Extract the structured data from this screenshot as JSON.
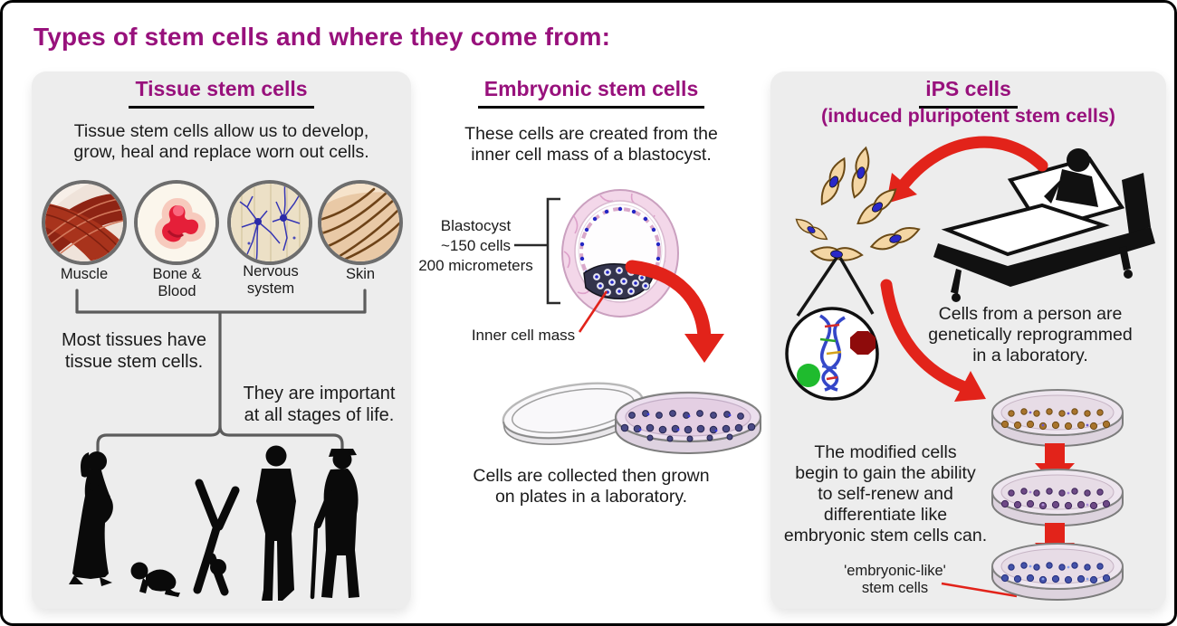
{
  "title": "Types of stem cells and where they come from:",
  "colors": {
    "heading_magenta": "#98117c",
    "body_text": "#1b1b1b",
    "panel_background": "#ededed",
    "arrow_red": "#e2231a",
    "connector_gray": "#5c5c5c"
  },
  "tissue_panel": {
    "heading": "Tissue stem cells",
    "intro": "Tissue stem cells allow us to develop,\ngrow, heal and replace worn out cells.",
    "tissues": [
      {
        "label": "Muscle",
        "icon": "muscle-tissue-icon"
      },
      {
        "label": "Bone &\nBlood",
        "icon": "bone-blood-icon"
      },
      {
        "label": "Nervous\nsystem",
        "icon": "nervous-system-icon"
      },
      {
        "label": "Skin",
        "icon": "skin-tissue-icon"
      }
    ],
    "note_most_tissues": "Most tissues have\ntissue stem cells.",
    "note_life_stages": "They are important\nat all stages of life.",
    "illustration": "human-life-stages-silhouettes"
  },
  "embryonic_panel": {
    "heading": "Embryonic stem cells",
    "intro": "These cells are created from the\ninner cell mass of a blastocyst.",
    "blastocyst_label": "Blastocyst\n~150 cells\n200 micrometers",
    "inner_cell_mass_label": "Inner cell mass",
    "caption": "Cells are collected then grown\non plates in a laboratory.",
    "illustrations": [
      "blastocyst",
      "petri-dish-open"
    ]
  },
  "ips_panel": {
    "heading": "iPS cells",
    "subheading": "(induced pluripotent stem cells)",
    "note_reprogram": "Cells from a person are\ngenetically reprogrammed\nin a laboratory.",
    "note_modified": "The modified cells\nbegin to gain the ability\nto self-renew and\ndifferentiate like\nembryonic stem cells can.",
    "label_embryonic_like": "'embryonic-like'\nstem cells",
    "illustrations": [
      "patient-in-hospital-bed",
      "skin-cells",
      "dna-magnifier",
      "petri-dish-stack"
    ]
  }
}
